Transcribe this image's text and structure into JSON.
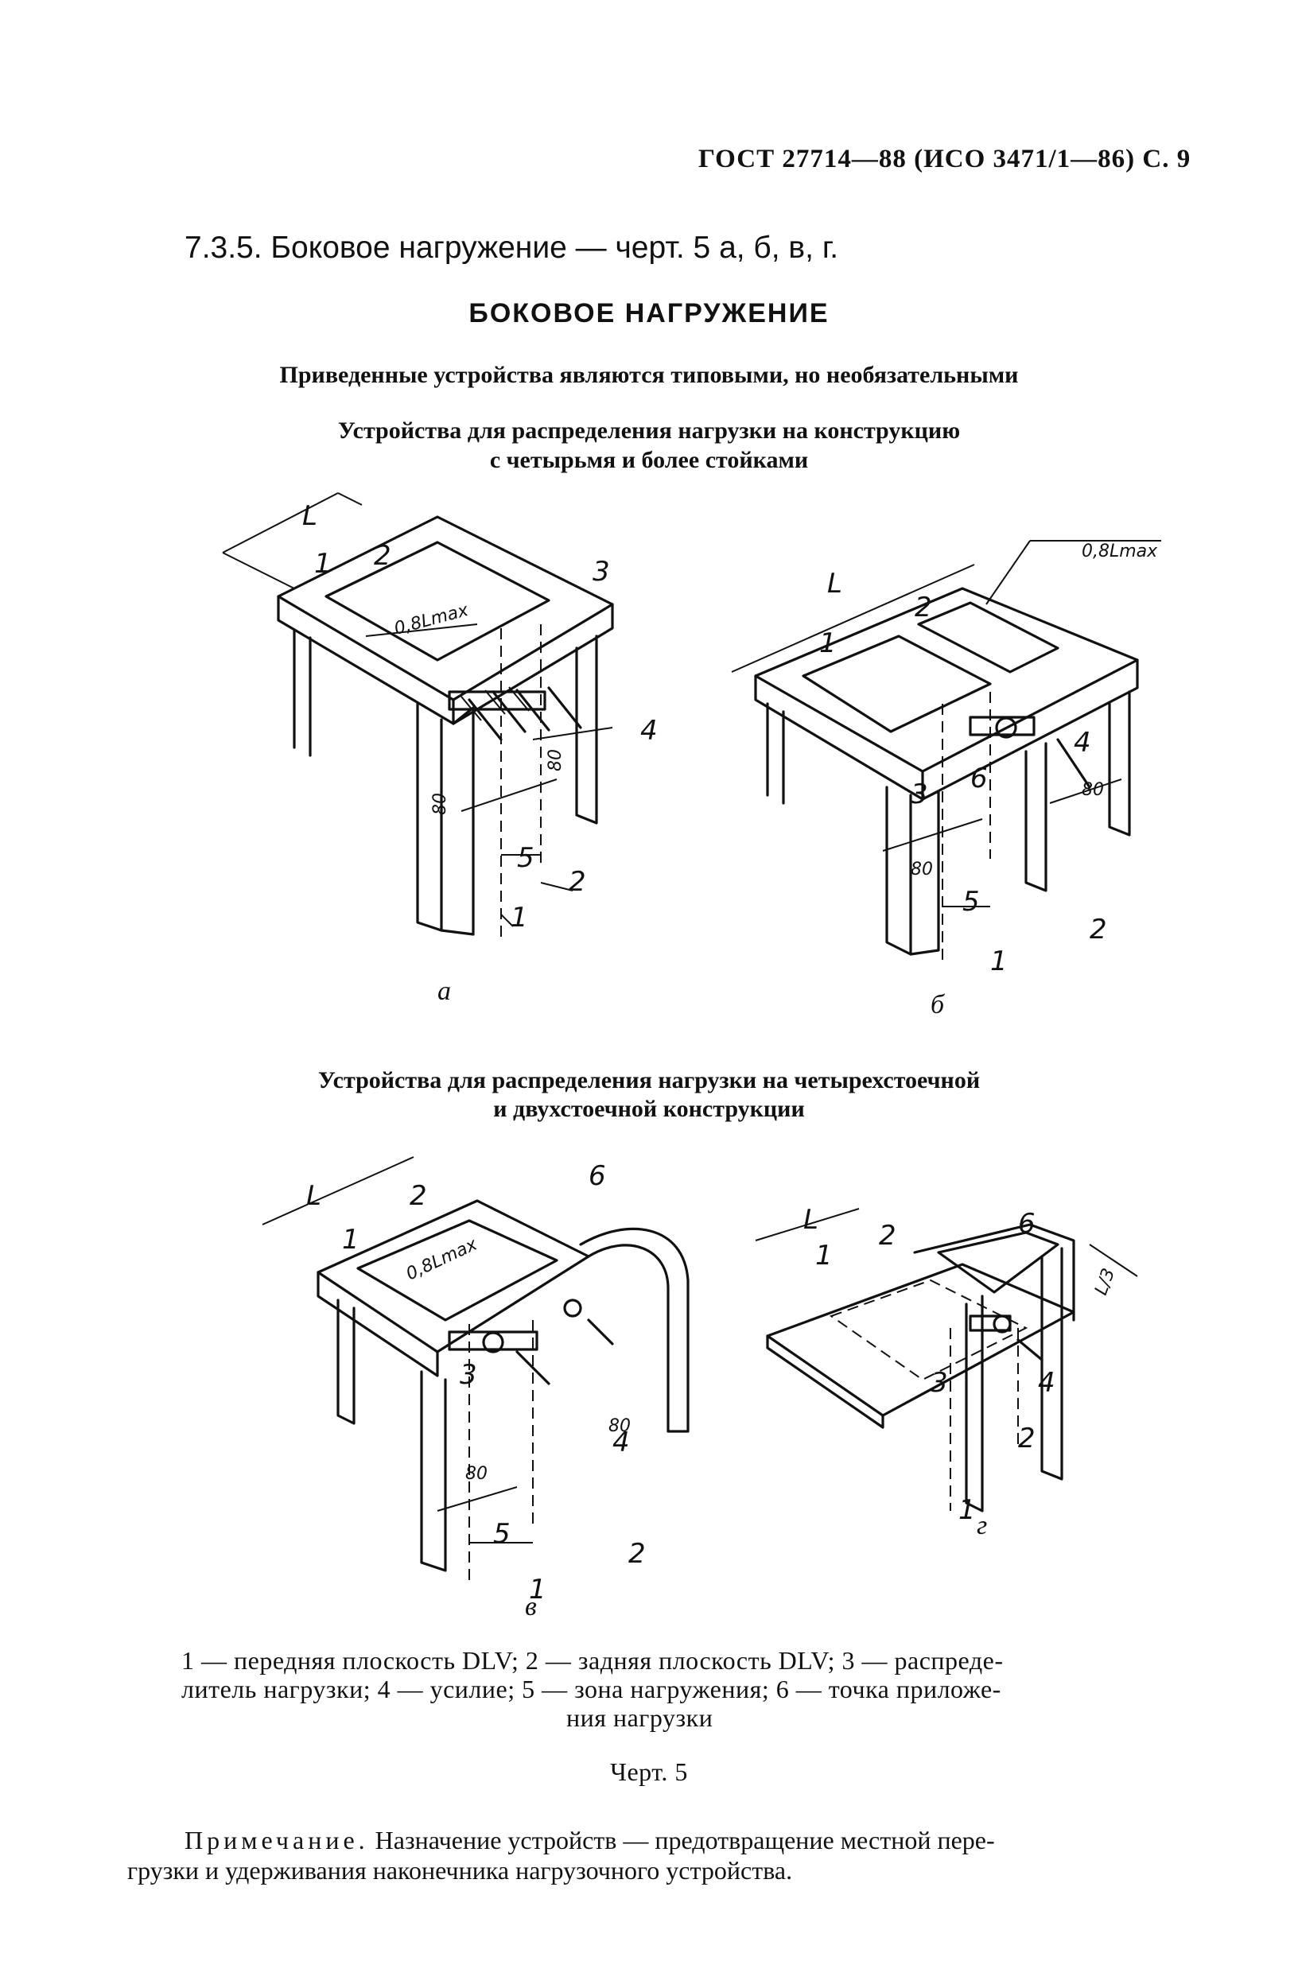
{
  "header": "ГОСТ 27714—88 (ИСО 3471/1—86) С. 9",
  "section": "7.3.5. Боковое нагружение — черт. 5 а, б, в, г.",
  "title": "БОКОВОЕ НАГРУЖЕНИЕ",
  "subtitle1": "Приведенные устройства являются типовыми, но необязательными",
  "subtitle2": {
    "line1": "Устройства для распределения нагрузки на конструкцию",
    "line2": "с четырьмя и более стойками"
  },
  "subtitle3": {
    "line1": "Устройства для распределения нагрузки на четырехстоечной",
    "line2": "и двухстоечной конструкции"
  },
  "figures": {
    "a": {
      "letter": "а",
      "L": "L",
      "n1": "1",
      "n2": "2",
      "n3": "3",
      "n4": "4",
      "n5": "5",
      "dim": "0,8Lmax",
      "d80a": "80",
      "d80b": "80"
    },
    "b": {
      "letter": "б",
      "L": "L",
      "n1": "1",
      "n2": "2",
      "n3": "3",
      "n4": "4",
      "n5": "5",
      "n6": "6",
      "dim": "0,8Lmax",
      "d80a": "80",
      "d80b": "80"
    },
    "v": {
      "letter": "в",
      "L": "L",
      "n1": "1",
      "n2": "2",
      "n3": "3",
      "n4": "4",
      "n5": "5",
      "n6": "6",
      "dim": "0,8Lmax",
      "d80a": "80",
      "d80b": "80"
    },
    "g": {
      "letter": "г",
      "L": "L",
      "n1": "1",
      "n2": "2",
      "n3": "3",
      "n4": "4",
      "n6": "6",
      "dim": "L/3"
    }
  },
  "legend": {
    "line1": "1 — передняя плоскость DLV; 2 — задняя плоскость DLV; 3 — распреде-",
    "line2": "литель нагрузки; 4 — усилие; 5 — зона нагружения; 6 — точка приложе-",
    "line3": "ния нагрузки"
  },
  "caption": "Черт. 5",
  "note": {
    "label": "Примечание.",
    "text1": "Назначение устройств — предотвращение местной пере-",
    "text2": "грузки и удерживания наконечника нагрузочного устройства."
  }
}
